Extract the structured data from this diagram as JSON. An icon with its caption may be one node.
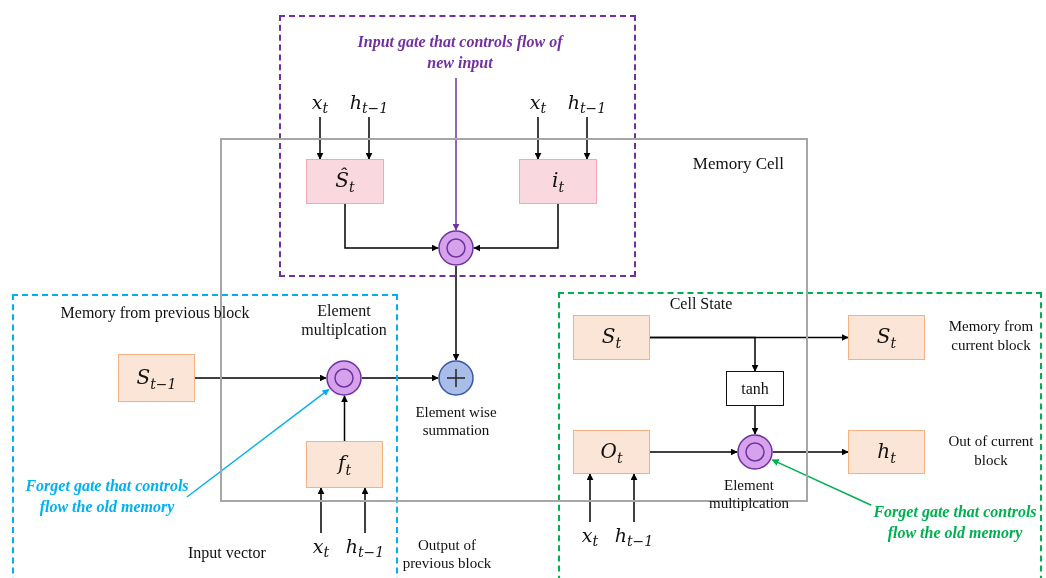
{
  "diagram": {
    "nodes": [
      {
        "text": [
          "Memory Cell"
        ]
      },
      {
        "text": [
          "Input gate that controls flow of new input"
        ]
      },
      {
        "text": [
          "x$_{t}$"
        ]
      },
      {
        "text": [
          "h$_{t−1}$"
        ]
      },
      {
        "text": [
          "Ŝ$_{t}$"
        ],
        "in": 0
      },
      {
        "text": [
          "x$_{t}$"
        ]
      },
      {
        "text": [
          "h$_{t−1}$"
        ]
      },
      {
        "text": [
          "i$_{t}$"
        ],
        "in": 0
      },
      {
        "text": [],
        "shape": "circle",
        "in": 0
      },
      {
        "text": [
          "S$_{t−1}$"
        ]
      },
      {
        "text": [],
        "shape": "circle",
        "in": 0
      },
      {
        "text": [],
        "shape": "circle",
        "in": 0
      },
      {
        "text": [
          "f$_{t}$"
        ],
        "in": 0
      },
      {
        "text": [
          "x$_{t}$"
        ]
      },
      {
        "text": [
          "h$_{t−1}$"
        ]
      },
      {
        "text": [
          "Forget gate that controls flow the old memory"
        ]
      },
      {
        "text": [
          "S$_{t}$"
        ],
        "in": 0
      },
      {
        "text": [
          "tanh"
        ],
        "in": 0
      },
      {
        "text": [
          "O$_{t}$"
        ],
        "in": 0
      },
      {
        "text": [],
        "shape": "circle",
        "in": 0
      },
      {
        "text": [
          "x$_{t}$"
        ]
      },
      {
        "text": [
          "h$_{t−1}$"
        ]
      },
      {
        "text": [
          "S$_{t}$"
        ],
        "beside": [
          "Memory from current block"
        ]
      },
      {
        "text": [
          "h$_{t}$"
        ],
        "beside": [
          "Out of current block"
        ]
      },
      {
        "text": [
          "Forget gate that controls flow the old memory"
        ]
      }
    ],
    "edges": [
      {
        "from": 2,
        "to": 4,
        "arrow": "to"
      },
      {
        "from": 3,
        "to": 4,
        "arrow": "to"
      },
      {
        "from": 5,
        "to": 7,
        "arrow": "to"
      },
      {
        "from": 6,
        "to": 7,
        "arrow": "to"
      },
      {
        "from": 4,
        "to": 8,
        "arrow": "to"
      },
      {
        "from": 7,
        "to": 8,
        "arrow": "to"
      },
      {
        "from": 1,
        "to": 8,
        "arrow": "to",
        "color": "#7030a0"
      },
      {
        "from": 8,
        "to": 11,
        "arrow": "to"
      },
      {
        "from": 9,
        "to": 10,
        "arrow": "to"
      },
      {
        "from": 10,
        "to": 11,
        "arrow": "to"
      },
      {
        "from": 12,
        "to": 10,
        "arrow": "to"
      },
      {
        "from": 13,
        "to": 12,
        "arrow": "to"
      },
      {
        "from": 14,
        "to": 12,
        "arrow": "to"
      },
      {
        "from": 15,
        "to": 10,
        "arrow": "to",
        "color": "#00b0f0"
      },
      {
        "from": 16,
        "to": 22,
        "arrow": "to"
      },
      {
        "from": 16,
        "to": 17,
        "arrow": "to"
      },
      {
        "from": 17,
        "to": 19,
        "arrow": "to"
      },
      {
        "from": 18,
        "to": 19,
        "arrow": "to"
      },
      {
        "from": 19,
        "to": 23,
        "arrow": "to"
      },
      {
        "from": 20,
        "to": 18,
        "arrow": "to"
      },
      {
        "from": 21,
        "to": 18,
        "arrow": "to"
      },
      {
        "from": 24,
        "to": 19,
        "arrow": "to",
        "color": "#00b050"
      }
    ],
    "labels": [
      "Memory from previous block",
      "Element multiplcation",
      "Cell State",
      "Element wise summation",
      "Element multiplcation",
      "Input vector",
      "Output of previous block"
    ]
  }
}
